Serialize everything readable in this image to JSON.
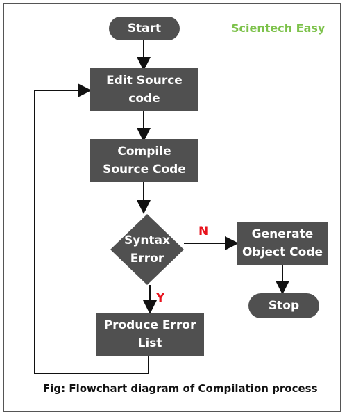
{
  "brand": {
    "text": "Scientech Easy",
    "color": "#7dc24b"
  },
  "nodes": {
    "start": "Start",
    "edit": "Edit Source\ncode",
    "compile": "Compile\nSource Code",
    "decision": "Syntax\nError",
    "generate": "Generate\nObject Code",
    "stop": "Stop",
    "produce": "Produce Error\nList"
  },
  "edges": {
    "no_label": "N",
    "yes_label": "Y",
    "label_color": "#e8121c"
  },
  "caption": "Fig: Flowchart diagram of Compilation process",
  "colors": {
    "node_fill": "#505050",
    "node_text": "#ffffff",
    "line": "#111111"
  }
}
